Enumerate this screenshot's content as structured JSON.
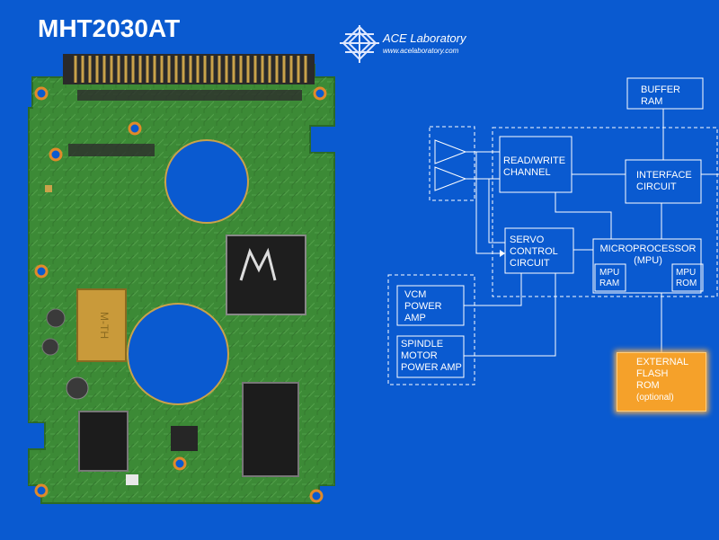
{
  "title": "MHT2030AT",
  "logo": {
    "name": "ACE Laboratory",
    "url": "www.acelaboratory.com"
  },
  "pcb": {
    "label": "M-TH"
  },
  "diagram": {
    "buffer_ram": [
      "BUFFER",
      "RAM"
    ],
    "rw_channel": [
      "READ/WRITE",
      "CHANNEL"
    ],
    "interface": [
      "INTERFACE",
      "CIRCUIT"
    ],
    "servo": [
      "SERVO",
      "CONTROL",
      "CIRCUIT"
    ],
    "mpu": [
      "MICROPROCESSOR",
      "(MPU)"
    ],
    "mpu_ram": [
      "MPU",
      "RAM"
    ],
    "mpu_rom": [
      "MPU",
      "ROM"
    ],
    "vcm": [
      "VCM",
      "POWER",
      "AMP"
    ],
    "spindle": [
      "SPINDLE",
      "MOTOR",
      "POWER AMP"
    ],
    "flash": [
      "EXTERNAL",
      "FLASH",
      "ROM",
      "(optional)"
    ]
  },
  "colors": {
    "background": "#0a5ad0",
    "pcb": "#3f8a3a",
    "flash": "#f5a12a",
    "line": "#ffffff"
  }
}
